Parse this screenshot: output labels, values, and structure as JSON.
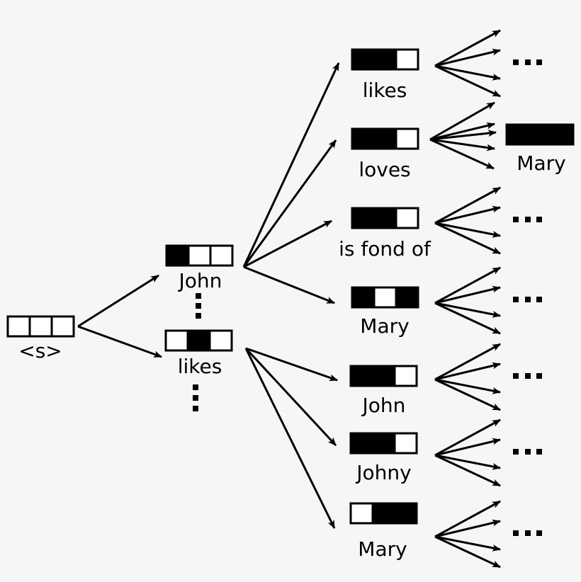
{
  "diagram": {
    "type": "search-tree",
    "colors": {
      "background": "#f6f6f6",
      "filled": "#000000",
      "empty": "#ffffff",
      "stroke": "#000000"
    },
    "root": {
      "id": "root",
      "label": "<s>",
      "cells": [
        0,
        0,
        0
      ]
    },
    "level1": [
      {
        "id": "l1-john",
        "label": "John",
        "cells": [
          1,
          0,
          0
        ]
      },
      {
        "id": "l1-likes",
        "label": "likes",
        "cells": [
          0,
          1,
          0
        ]
      }
    ],
    "level2": [
      {
        "id": "l2-likes",
        "parent": "l1-john",
        "label": "likes",
        "cells": [
          1,
          1,
          0
        ],
        "children": "ellipsis"
      },
      {
        "id": "l2-loves",
        "parent": "l1-john",
        "label": "loves",
        "cells": [
          1,
          1,
          0
        ],
        "children": "Mary"
      },
      {
        "id": "l2-isfondof",
        "parent": "l1-john",
        "label": "is fond of",
        "cells": [
          1,
          1,
          0
        ],
        "children": "ellipsis"
      },
      {
        "id": "l2-mary-a",
        "parent": "l1-john",
        "label": "Mary",
        "cells": [
          1,
          0,
          1
        ],
        "children": "ellipsis"
      },
      {
        "id": "l2-john",
        "parent": "l1-likes",
        "label": "John",
        "cells": [
          1,
          1,
          0
        ],
        "children": "ellipsis"
      },
      {
        "id": "l2-johny",
        "parent": "l1-likes",
        "label": "Johny",
        "cells": [
          1,
          1,
          0
        ],
        "children": "ellipsis"
      },
      {
        "id": "l2-mary-b",
        "parent": "l1-likes",
        "label": "Mary",
        "cells": [
          0,
          1,
          1
        ],
        "children": "ellipsis"
      }
    ],
    "level3": [
      {
        "id": "l3-mary",
        "parent": "l2-loves",
        "label": "Mary",
        "cells": [
          1,
          1,
          1
        ]
      }
    ],
    "ellipsis_text": "...",
    "vertical_ellipsis": true
  }
}
